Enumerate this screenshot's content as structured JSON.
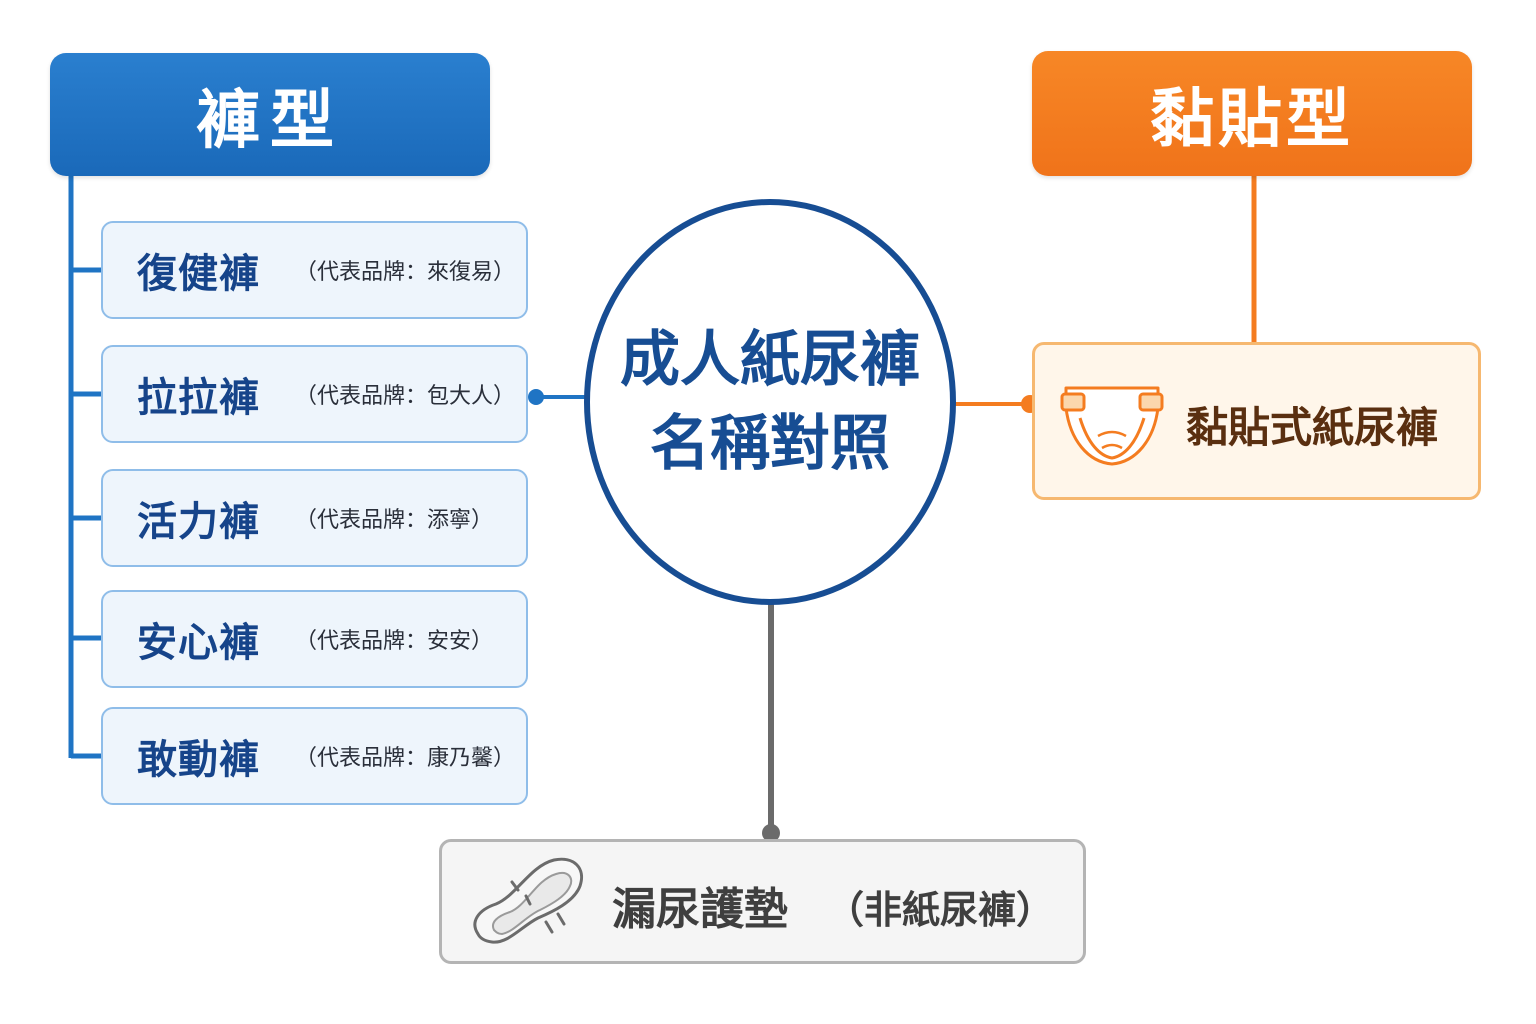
{
  "center": {
    "line1": "成人紙尿褲",
    "line2": "名稱對照"
  },
  "pants_type": {
    "title": "褲型",
    "color": "#1f74c4",
    "items": [
      {
        "name": "復健褲",
        "brand": "（代表品牌：來復易）"
      },
      {
        "name": "拉拉褲",
        "brand": "（代表品牌：包大人）"
      },
      {
        "name": "活力褲",
        "brand": "（代表品牌：添寧）"
      },
      {
        "name": "安心褲",
        "brand": "（代表品牌：安安）"
      },
      {
        "name": "敢動褲",
        "brand": "（代表品牌：康乃馨）"
      }
    ]
  },
  "tape_type": {
    "title": "黏貼型",
    "color": "#f47c20",
    "item": {
      "label": "黏貼式紙尿褲",
      "icon": "diaper-icon"
    }
  },
  "pad": {
    "label": "漏尿護墊",
    "note": "（非紙尿褲）",
    "icon": "pad-icon",
    "color": "#6b6b6b"
  }
}
